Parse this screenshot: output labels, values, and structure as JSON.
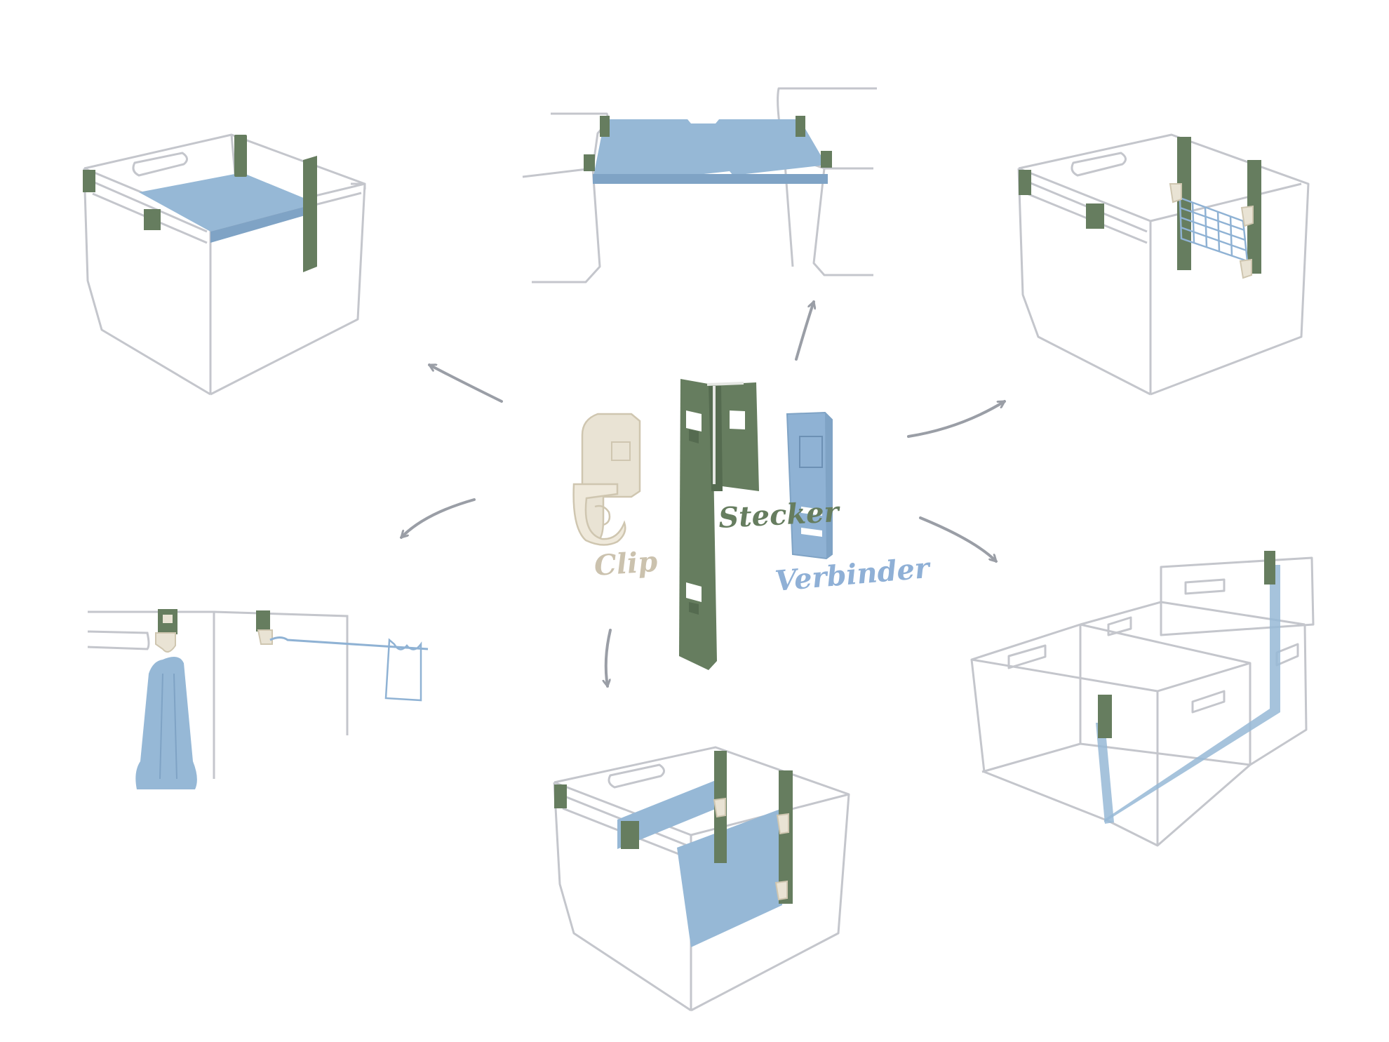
{
  "labels": {
    "clip": "Clip",
    "stecker": "Stecker",
    "verbinder": "Verbinder"
  },
  "colors": {
    "clip": "#e9e3d4",
    "clip_edge": "#cfc6b0",
    "clip_text": "#cbc2ae",
    "stecker": "#667d5f",
    "stecker_dark": "#556b50",
    "verbinder": "#8fb2d4",
    "verbinder_text": "#8fb0d6",
    "panel": "#96b8d6",
    "panel_dark": "#7fa3c5",
    "line": "#c4c6cc",
    "arrow": "#9a9ea6"
  },
  "icons": [
    "clip-icon",
    "stecker-icon",
    "verbinder-icon"
  ]
}
